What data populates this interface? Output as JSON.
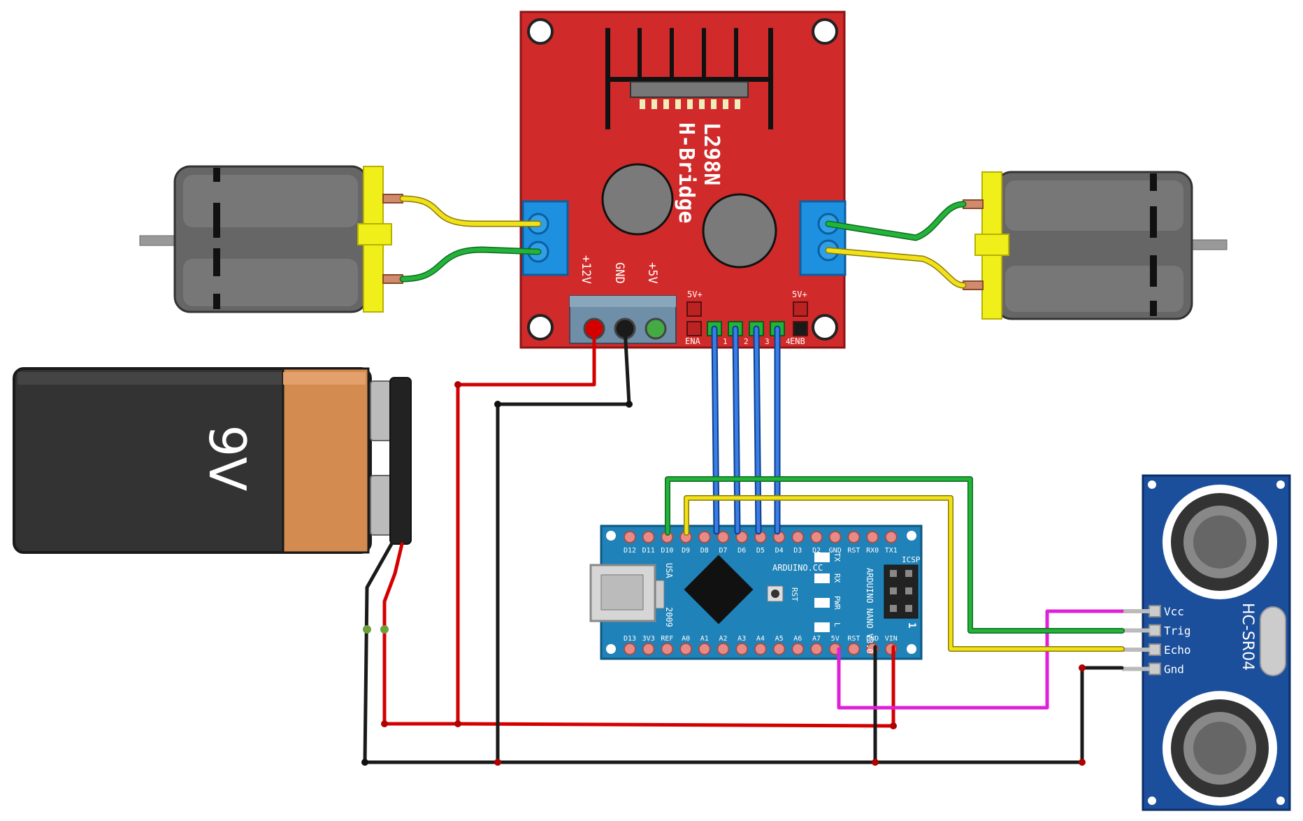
{
  "hbridge": {
    "model": "L298N",
    "name": "H-Bridge",
    "power_labels": [
      "+12V",
      "GND",
      "+5V"
    ],
    "jumper_5v_left": "5V+",
    "jumper_5v_right": "5V+",
    "ena": "ENA",
    "enb": "ENB",
    "inputs": [
      "1",
      "2",
      "3",
      "4"
    ]
  },
  "battery": {
    "label": "9V"
  },
  "arduino": {
    "brand": "ARDUINO.CC",
    "model": "ARDUINO NANO V3.0",
    "usb": "USA",
    "year": "2009",
    "rst": "RST",
    "icsp": "ICSP",
    "led_labels": [
      "TX",
      "RX",
      "PWR",
      "L"
    ],
    "icsp_one": "1",
    "top_pins": [
      "D12",
      "D11",
      "D10",
      "D9",
      "D8",
      "D7",
      "D6",
      "D5",
      "D4",
      "D3",
      "D2",
      "GND",
      "RST",
      "RX0",
      "TX1"
    ],
    "bottom_pins": [
      "D13",
      "3V3",
      "REF",
      "A0",
      "A1",
      "A2",
      "A3",
      "A4",
      "A5",
      "A6",
      "A7",
      "5V",
      "RST",
      "GND",
      "VIN"
    ]
  },
  "sensor": {
    "model": "HC-SR04",
    "pins": [
      "Vcc",
      "Trig",
      "Echo",
      "Gnd"
    ]
  },
  "colors": {
    "board_red": "#d12a2a",
    "nano_blue": "#1f82b8",
    "sensor_blue": "#1b4f9c",
    "terminal_blue": "#1e90e0",
    "wire_red": "#d40000",
    "wire_black": "#1a1a1a",
    "wire_green": "#22b33a",
    "wire_yellow": "#f1e11a",
    "wire_blue": "#2a6fd6",
    "wire_magenta": "#e020d8"
  }
}
